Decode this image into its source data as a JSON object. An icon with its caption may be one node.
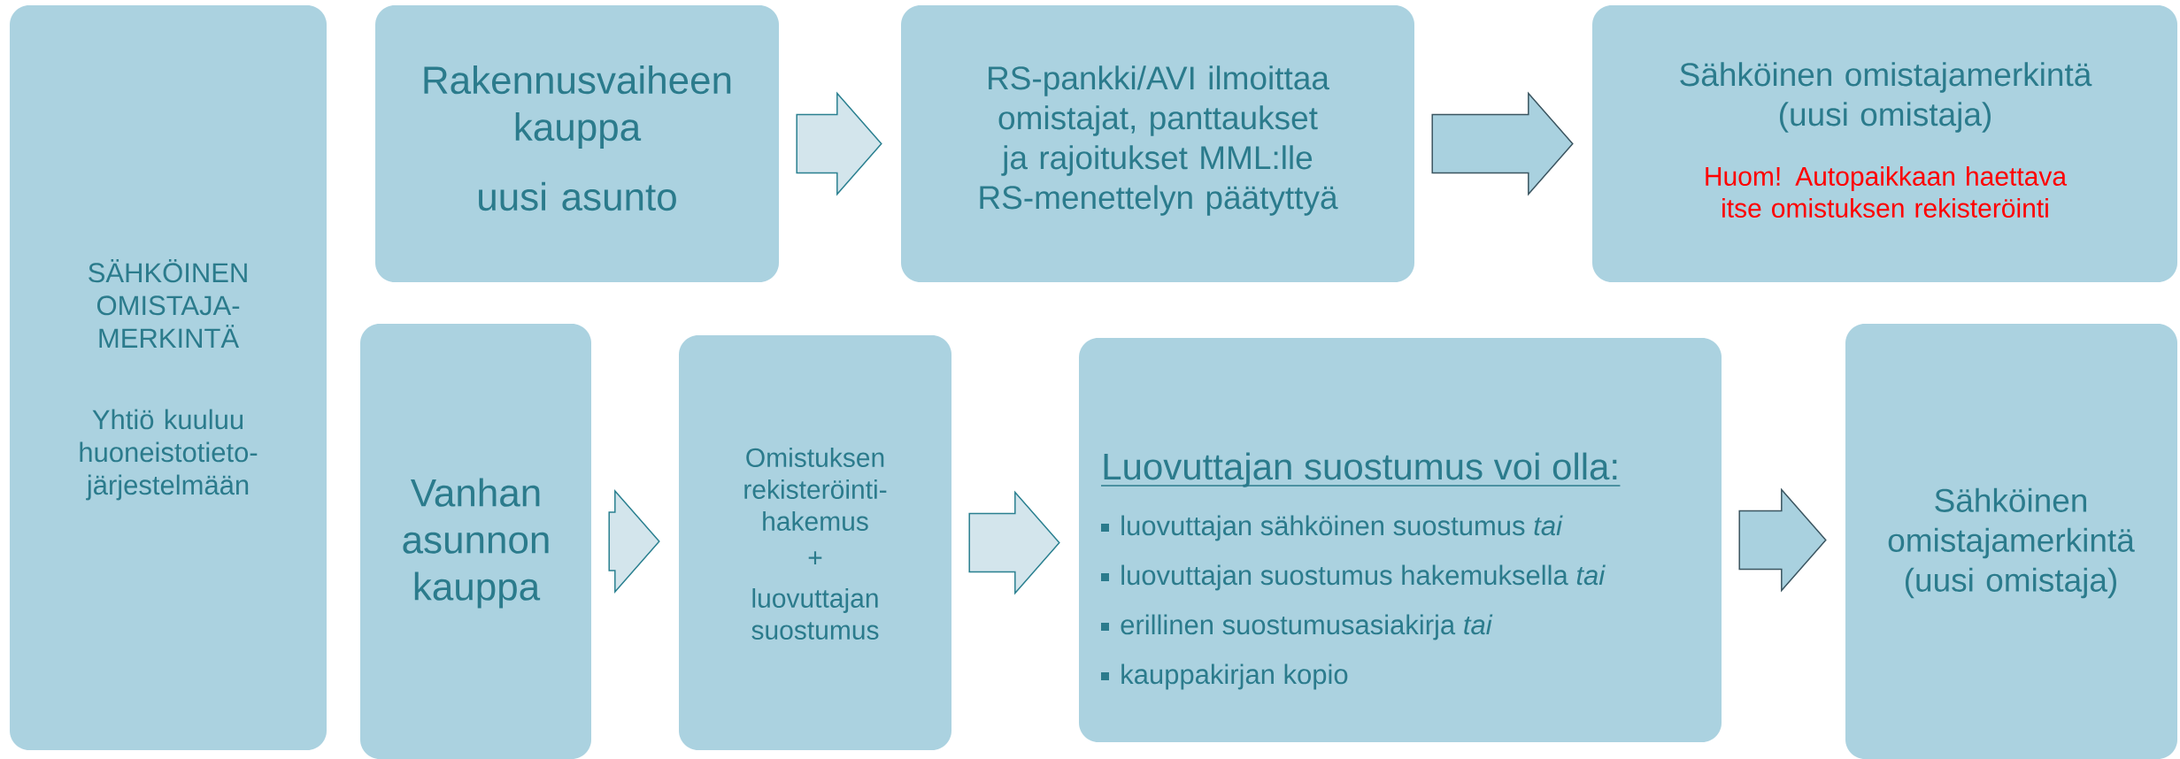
{
  "diagram": {
    "nodes": [
      {
        "text": [
          "SÄHKÖINEN OMISTAJA-MERKINTÄ",
          "Yhtiö kuuluu huoneistotieto-järjestelmään"
        ]
      },
      {
        "text": [
          "Rakennusvaiheen kauppa",
          "uusi asunto"
        ]
      },
      {
        "text": [
          "RS-pankki/AVI ilmoittaa omistajat, panttaukset ja rajoitukset MML:lle RS-menettelyn päätyttyä"
        ]
      },
      {
        "text": [
          "Sähköinen omistajamerkintä (uusi omistaja)",
          "Huom! Autopaikkaan haettava itse omistuksen rekisteröinti"
        ]
      },
      {
        "text": [
          "Vanhan asunnon kauppa"
        ]
      },
      {
        "text": [
          "Omistuksen rekisteröinti-hakemus",
          "+",
          "luovuttajan suostumus"
        ]
      },
      {
        "text": [
          "Luovuttajan suostumus voi olla:",
          "luovuttajan sähköinen suostumus *tai*",
          "luovuttajan suostumus hakemuksella *tai*",
          "erillinen suostumusasiakirja *tai*",
          "kauppakirjan kopio"
        ]
      },
      {
        "text": [
          "Sähköinen omistajamerkintä (uusi omistaja)"
        ]
      }
    ],
    "edges": [
      {
        "from": 1,
        "to": 2,
        "arrow": "to"
      },
      {
        "from": 2,
        "to": 3,
        "arrow": "to",
        "color": "#a9d1df"
      },
      {
        "from": 4,
        "to": 5,
        "arrow": "to"
      },
      {
        "from": 5,
        "to": 6,
        "arrow": "to"
      },
      {
        "from": 6,
        "to": 7,
        "arrow": "to",
        "color": "#a9d1df"
      }
    ]
  }
}
